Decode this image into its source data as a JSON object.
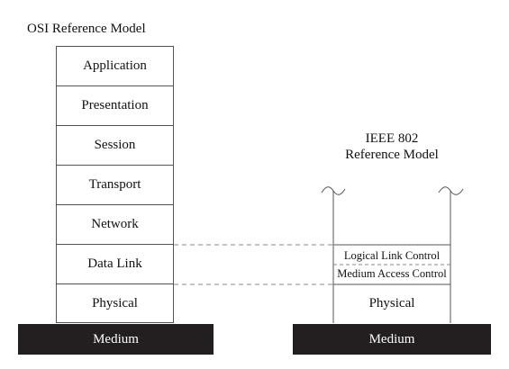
{
  "osi": {
    "title": "OSI Reference Model",
    "layers": [
      "Application",
      "Presentation",
      "Session",
      "Transport",
      "Network",
      "Data Link",
      "Physical"
    ]
  },
  "ieee": {
    "title_line1": "IEEE 802",
    "title_line2": "Reference Model",
    "llc": "Logical Link Control",
    "mac": "Medium Access Control",
    "physical": "Physical"
  },
  "medium": {
    "left": "Medium",
    "right": "Medium"
  },
  "colors": {
    "medium_bar": "#231f20",
    "line": "#555555",
    "dashed": "#888888"
  }
}
